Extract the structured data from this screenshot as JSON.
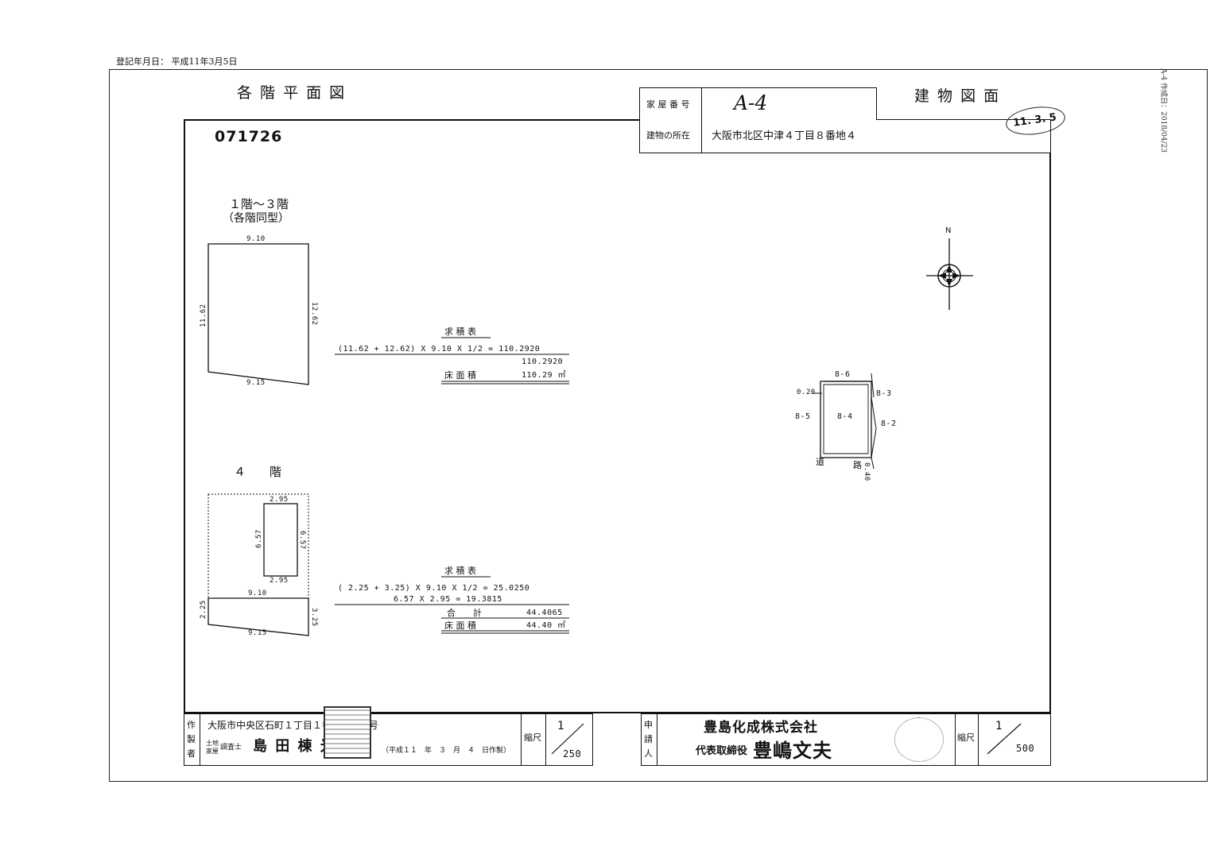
{
  "header": {
    "registration_date": "登記年月日： 平成11年3月5日",
    "side_print": "A-4 作成日：2018/04/23"
  },
  "titles": {
    "floor_plans": "各 階 平 面 図",
    "building_drawing": "建 物 図 面",
    "doc_number": "071726"
  },
  "property": {
    "house_number_label": "家 屋 番 号",
    "house_number_value": "A-4",
    "location_label": "建物の所在",
    "location_value": "大阪市北区中津４丁目８番地４",
    "stamp_date": "11. 3. 5"
  },
  "floor_1_3": {
    "title": "１階～３階",
    "subtitle": "（各階同型）",
    "dim_top": "9.10",
    "dim_bottom": "9.15",
    "dim_left": "11.62",
    "dim_right": "12.62",
    "calc_title": "求 積 表",
    "calc_line1": "(11.62 + 12.62) X  9.10  X 1/2 = 110.2920",
    "calc_line2": "110.2920",
    "area_label": "床 面 積",
    "area_value": "110.29 ㎡"
  },
  "floor_4": {
    "title": "４　　階",
    "dim_rect_top": "2.95",
    "dim_rect_bottom": "2.95",
    "dim_rect_left": "6.57",
    "dim_rect_right": "6.57",
    "dim_mid": "9.10",
    "dim_bottom": "9.15",
    "dim_left": "2.25",
    "dim_right": "3.25",
    "calc_title": "求 積 表",
    "calc_line1": "( 2.25 +  3.25) X  9.10  X 1/2 =  25.0250",
    "calc_line2": "6.57  X  2.95       =  19.3815",
    "sum_label": "合　　計",
    "sum_value": "44.4065",
    "area_label": "床 面 積",
    "area_value": "44.40 ㎡"
  },
  "site_plan": {
    "north": "N",
    "lot_top": "8-6",
    "lot_center": "8-4",
    "lot_left": "8-5",
    "lot_right_top": "8-3",
    "lot_right": "8-2",
    "offset_top": "0.20",
    "offset_bottom": "0.40",
    "road_left": "道",
    "road_right": "路"
  },
  "footer_left": {
    "role_chars": [
      "作",
      "製",
      "者"
    ],
    "address": "大阪市中央区石町１丁目１番１－202号",
    "license_line1": "土地",
    "license_line2": "家屋",
    "license_suffix": "調査士",
    "surveyor_name": "島 田 棟 光",
    "created": "（平成１１　年　３　月　４　日作製）",
    "scale_label": "縮尺",
    "scale_num": "1",
    "scale_den": "250"
  },
  "footer_right": {
    "role_chars": [
      "申",
      "請",
      "人"
    ],
    "company": "豊島化成株式会社",
    "representative_title": "代表取締役",
    "representative_name": "豊嶋文夫",
    "scale_label": "縮尺",
    "scale_num": "1",
    "scale_den": "500"
  },
  "colors": {
    "ink": "#111111",
    "paper": "#ffffff"
  }
}
